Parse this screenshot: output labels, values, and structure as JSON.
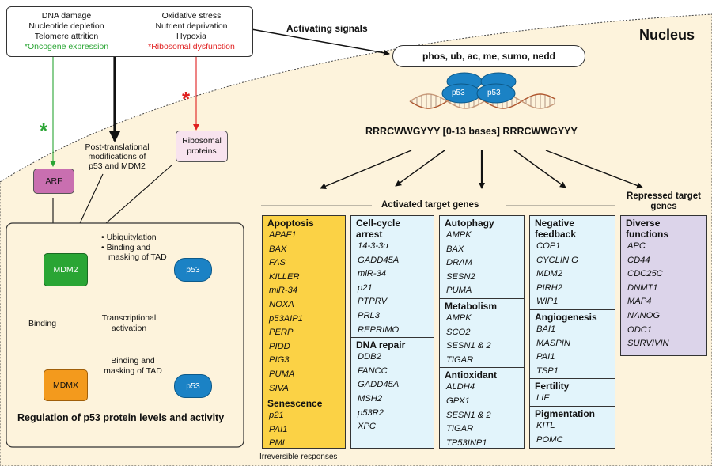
{
  "nucleus_label": "Nucleus",
  "stress_signals": {
    "left": [
      "DNA damage",
      "Nucleotide depletion",
      "Telomere attrition"
    ],
    "left_highlight": "*Oncogene expression",
    "right": [
      "Oxidative stress",
      "Nutrient deprivation",
      "Hypoxia"
    ],
    "right_highlight": "*Ribosomal dysfunction"
  },
  "activating_signals_label": "Activating signals",
  "modifications": "phos, ub, ac, me, sumo, nedd",
  "p53_label": "p53",
  "binding_motif": "RRRCWWGYYY [0-13 bases] RRRCWWGYYY",
  "asterisk": "*",
  "regulation": {
    "post_translational": [
      "Post-translational",
      "modifications of",
      "p53 and MDM2"
    ],
    "ribosomal_proteins": [
      "Ribosomal",
      "proteins"
    ],
    "arf": "ARF",
    "mdm2": "MDM2",
    "mdmx": "MDMX",
    "p53": "p53",
    "mdm2_actions": [
      "• Ubiquitylation",
      "• Binding and",
      "masking of TAD"
    ],
    "transcriptional_activation": [
      "Transcriptional",
      "activation"
    ],
    "binding": "Binding",
    "mdmx_action": [
      "Binding and",
      "masking of TAD"
    ],
    "title": "Regulation of p53 protein levels and activity"
  },
  "activated_label": "Activated target genes",
  "repressed_label": [
    "Repressed target",
    "genes"
  ],
  "irreversible_label": "Irreversible responses",
  "columns": [
    {
      "sections": [
        {
          "title": [
            "Apoptosis"
          ],
          "genes": [
            "APAF1",
            "BAX",
            "FAS",
            "KILLER",
            "miR-34",
            "NOXA",
            "p53AIP1",
            "PERP",
            "PIDD",
            "PIG3",
            "PUMA",
            "SIVA"
          ]
        },
        {
          "title": [
            "Senescence"
          ],
          "genes": [
            "p21",
            "PAI1",
            "PML"
          ]
        }
      ]
    },
    {
      "sections": [
        {
          "title": [
            "Cell-cycle",
            "arrest"
          ],
          "genes": [
            "14-3-3σ",
            "GADD45A",
            "miR-34",
            "p21",
            "PTPRV",
            "PRL3",
            "REPRIMO"
          ]
        },
        {
          "title": [
            "DNA repair"
          ],
          "genes": [
            "DDB2",
            "FANCC",
            "GADD45A",
            "MSH2",
            "p53R2",
            "XPC"
          ]
        }
      ]
    },
    {
      "sections": [
        {
          "title": [
            "Autophagy"
          ],
          "genes": [
            "AMPK",
            "BAX",
            "DRAM",
            "SESN2",
            "PUMA"
          ]
        },
        {
          "title": [
            "Metabolism"
          ],
          "genes": [
            "AMPK",
            "SCO2",
            "SESN1 & 2",
            "TIGAR"
          ]
        },
        {
          "title": [
            "Antioxidant"
          ],
          "genes": [
            "ALDH4",
            "GPX1",
            "SESN1 & 2",
            "TIGAR",
            "TP53INP1"
          ]
        }
      ]
    },
    {
      "sections": [
        {
          "title": [
            "Negative",
            "feedback"
          ],
          "genes": [
            "COP1",
            "CYCLIN G",
            "MDM2",
            "PIRH2",
            "WIP1"
          ]
        },
        {
          "title": [
            "Angiogenesis"
          ],
          "genes": [
            "BAI1",
            "MASPIN",
            "PAI1",
            "TSP1"
          ]
        },
        {
          "title": [
            "Fertility"
          ],
          "genes": [
            "LIF"
          ]
        },
        {
          "title": [
            "Pigmentation"
          ],
          "genes": [
            "KITL",
            "POMC"
          ]
        }
      ]
    },
    {
      "sections": [
        {
          "title": [
            "Diverse",
            "functions"
          ],
          "genes": [
            "APC",
            "CD44",
            "CDC25C",
            "DNMT1",
            "MAP4",
            "NANOG",
            "ODC1",
            "SURVIVIN"
          ]
        }
      ]
    }
  ],
  "colors": {
    "cytoplasm": "#ffffff",
    "nucleus": "#fdf3dc",
    "apoptosis_col": "#fbd245",
    "target_col": "#e2f4fb",
    "repressed_col": "#dcd4ea",
    "p53_blob": "#1b82c5",
    "mdm2": "#2aa534",
    "mdmx": "#f39a1d",
    "arf": "#c96fb0",
    "ribosomal": "#f8e3ee",
    "regulation_panel": "#fdf3dc",
    "green_text": "#2aa534",
    "red_text": "#e02020"
  }
}
